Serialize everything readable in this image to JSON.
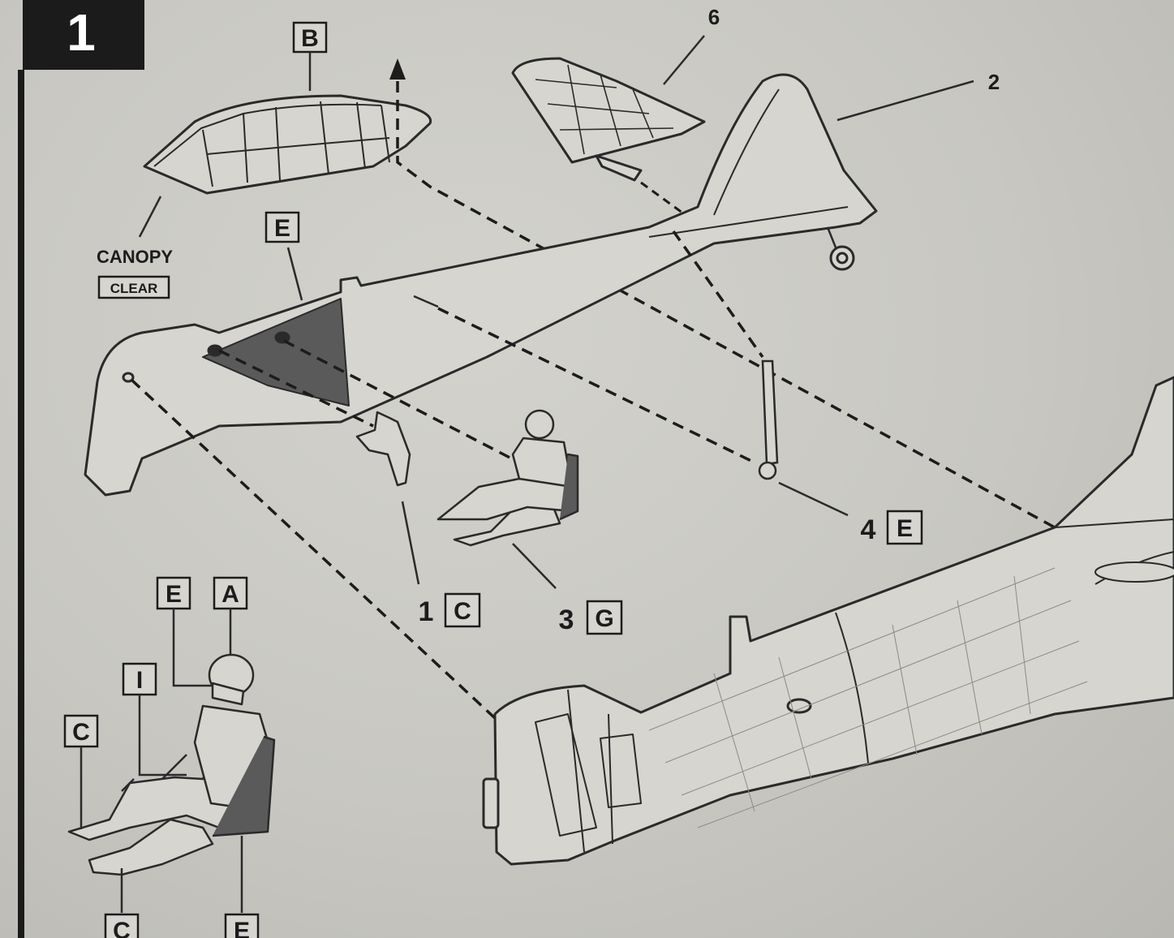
{
  "step": {
    "number": "1"
  },
  "canopy": {
    "label": "CANOPY",
    "material": "CLEAR",
    "sprue": "B"
  },
  "parts": {
    "tail_fin_number": "2",
    "stabilizer_number": "6",
    "fuselage_half_sprue": "E",
    "bulkhead": {
      "number": "1",
      "sprue": "C"
    },
    "pilot": {
      "number": "3",
      "sprue": "G"
    },
    "control_stick": {
      "number": "4",
      "sprue": "E"
    }
  },
  "pilot_detail": {
    "callouts": [
      "E",
      "A",
      "I",
      "C",
      "C",
      "E"
    ]
  }
}
